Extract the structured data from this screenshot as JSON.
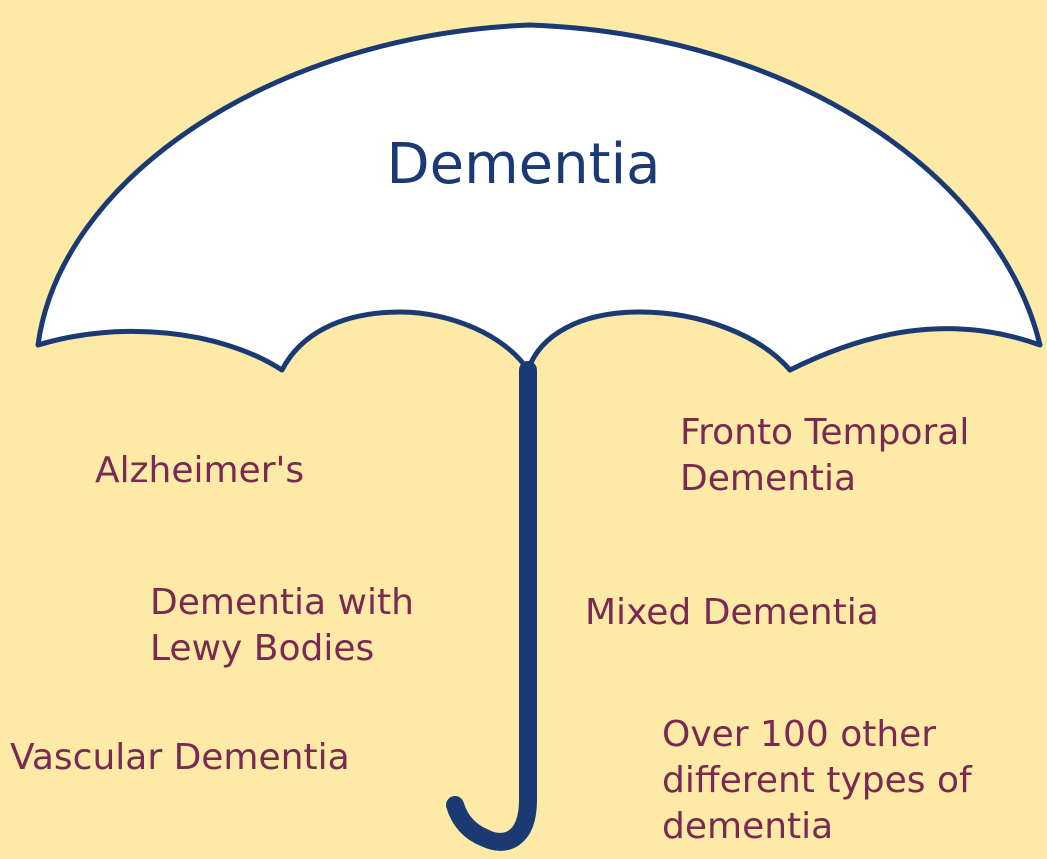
{
  "title": "Dementia",
  "left_types": [
    "Alzheimer's",
    "Dementia with\nLewy Bodies",
    "Vascular Dementia"
  ],
  "right_types": [
    "Fronto Temporal\nDementia",
    "Mixed Dementia",
    "Over 100 other\ndifferent types of\ndementia"
  ],
  "colors": {
    "background": "#fdeaa6",
    "canopy_fill": "#ffffff",
    "outline": "#1b3a73",
    "label_text": "#7a2a52"
  }
}
